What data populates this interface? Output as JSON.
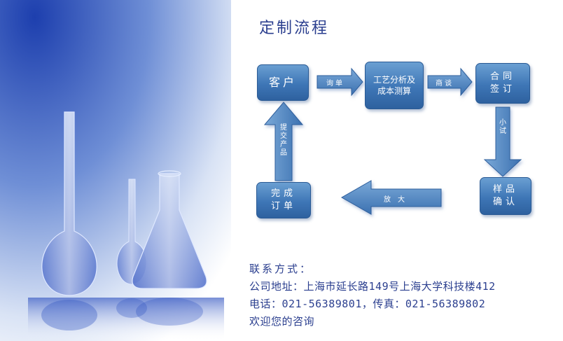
{
  "title": "定制流程",
  "flow": {
    "nodes": {
      "customer": "客户",
      "process_analysis": "工艺分析及\n成本测算",
      "contract": "合同\n签订",
      "sample_confirm": "样品\n确认",
      "complete_order": "完成\n订单"
    },
    "arrows": {
      "inquiry": "询单",
      "negotiation": "商谈",
      "trial": "小\n试",
      "scale_up": "放　大",
      "submit_product": "提\n交\n产\n品"
    }
  },
  "contact": {
    "heading": "联系方式：",
    "address": "公司地址：上海市延长路149号上海大学科技楼412",
    "phone": "电话：021-56389801，传真：021-56389802",
    "welcome": "欢迎您的咨询"
  },
  "colors": {
    "node_fill": "#3e76b6",
    "arrow_fill": "#4a82c0",
    "text_dark_blue": "#2b3f8f"
  }
}
